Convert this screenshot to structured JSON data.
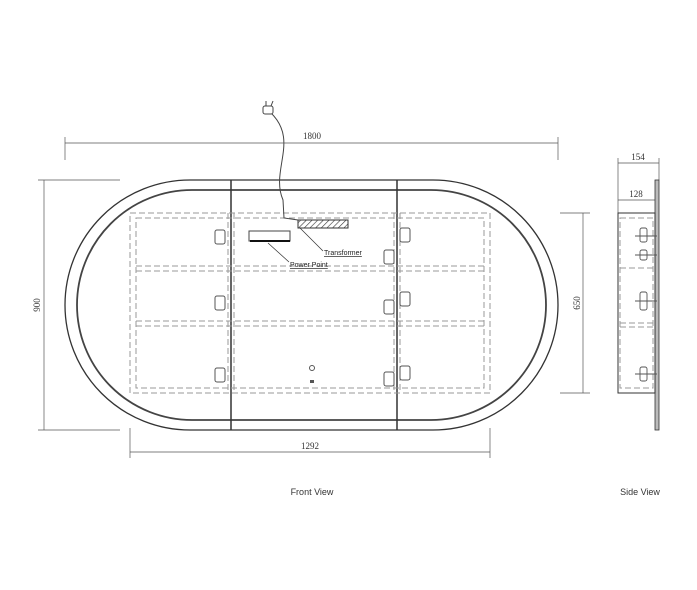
{
  "dimensions": {
    "width": "1800",
    "height": "900",
    "cabinet_height": "650",
    "cabinet_width": "1292",
    "total_depth": "154",
    "cabinet_depth": "128"
  },
  "callouts": {
    "transformer": "Transformer",
    "power_point": "Power Point"
  },
  "views": {
    "front": "Front View",
    "side": "Side View"
  }
}
